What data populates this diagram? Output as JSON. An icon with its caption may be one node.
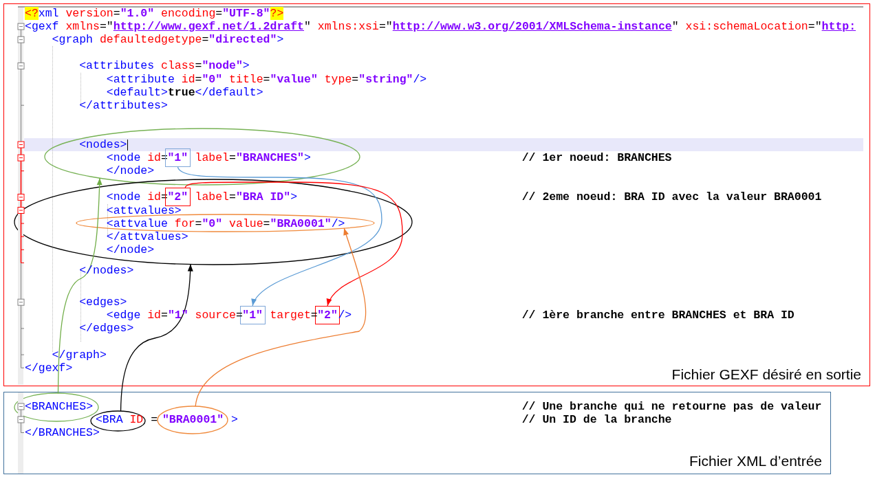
{
  "diagram": {
    "nodes": [
      {
        "text": [
          "Fichier GEXF désiré en sortie"
        ]
      },
      {
        "text": [
          "<nodes>",
          "<node id=",
          "label=\"BRANCHES\">",
          "</node>"
        ],
        "in": 0
      },
      {
        "text": [
          "\"1\""
        ],
        "in": 1
      },
      {
        "text": [
          "<node id=",
          "label=\"BRA ID\">",
          "<attvalues>",
          "</attvalues>",
          "</node>"
        ],
        "in": 0
      },
      {
        "text": [
          "\"2\""
        ],
        "in": 3
      },
      {
        "text": [
          "<attvalue for=\"0\" value=\"BRA0001\"/>"
        ],
        "in": 3
      },
      {
        "text": [
          "\"1\""
        ],
        "in": 0
      },
      {
        "text": [
          "\"2\""
        ],
        "in": 0
      },
      {
        "text": [
          "Fichier XML d’entrée"
        ]
      },
      {
        "text": [
          "<BRANCHES>"
        ],
        "in": 8
      },
      {
        "text": [
          "<BRA ID"
        ],
        "in": 8
      },
      {
        "text": [
          "\"BRA0001\""
        ],
        "beside": [
          ">"
        ],
        "in": 8
      }
    ],
    "edges": [
      {
        "from": 2,
        "to": 6,
        "arrow": "to",
        "color": "#5b9bd5"
      },
      {
        "from": 4,
        "to": 7,
        "arrow": "to",
        "color": "#ff0000"
      },
      {
        "from": 9,
        "to": 1,
        "arrow": "to",
        "color": "#70ad47"
      },
      {
        "from": 10,
        "to": 3,
        "arrow": "to",
        "color": "#000000"
      },
      {
        "from": 11,
        "to": 5,
        "arrow": "to",
        "color": "#ed7d31"
      }
    ],
    "labels": [
      "<?xml version=\"1.0\" encoding=\"UTF-8\"?>",
      "<gexf xmlns=\"http://www.gexf.net/1.2draft\" xmlns:xsi=\"http://www.w3.org/2001/XMLSchema-instance\" xsi:schemaLocation=\"http:",
      "<graph defaultedgetype=\"directed\">",
      "<attributes class=\"node\">",
      "<attribute id=\"0\" title=\"value\" type=\"string\"/>",
      "<default>true</default>",
      "</attributes>",
      "// 1er noeud: BRANCHES",
      "// 2eme noeud: BRA ID avec la valeur BRA0001",
      "</nodes>",
      "<edges>",
      "<edge id=\"1\" source=",
      "target=",
      "/>",
      "// 1ère branche entre BRANCHES et BRA ID",
      "</edges>",
      "</graph>",
      "</gexf>",
      "// Une branche qui ne retourne pas de valeur",
      "=",
      "// Un ID de la branche",
      "</BRANCHES>"
    ]
  }
}
